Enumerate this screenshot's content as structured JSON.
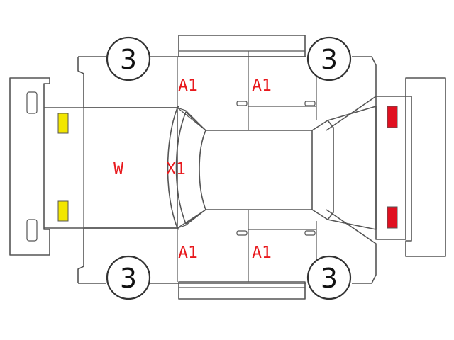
{
  "wheels": {
    "front_left": "3",
    "rear_left": "3",
    "front_right": "3",
    "rear_right": "3"
  },
  "damage": {
    "windshield": "W",
    "roof_front": "X1",
    "top_front_door": "A1",
    "top_rear_door": "A1",
    "bottom_front_door": "A1",
    "bottom_rear_door": "A1"
  },
  "colors": {
    "outline": "#555555",
    "damage_text": "#e8191d",
    "headlight": "#f2e600",
    "taillight": "#e01020"
  },
  "lights": {
    "headlight_icon": "yellow-rectangle",
    "taillight_icon": "red-rectangle"
  }
}
